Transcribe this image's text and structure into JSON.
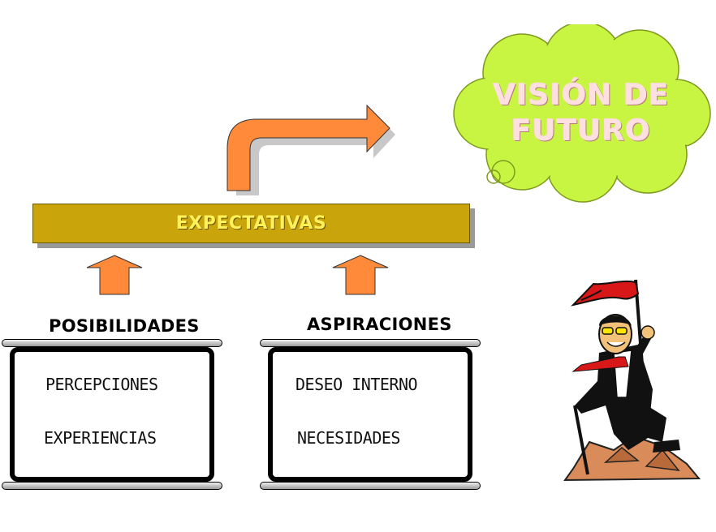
{
  "expectations": {
    "label": "EXPECTATIVAS"
  },
  "left": {
    "heading": "POSIBILIDADES",
    "items": [
      "PERCEPCIONES",
      "EXPERIENCIAS"
    ]
  },
  "right": {
    "heading": "ASPIRACIONES",
    "items": [
      "DESEO INTERNO",
      "NECESIDADES"
    ]
  },
  "vision": {
    "line1": "VISIÓN DE",
    "line2": "FUTURO"
  },
  "colors": {
    "bar": "#c9a40a",
    "bar_text": "#fff15a",
    "arrow": "#ff8a3a",
    "cloud": "#c8f542",
    "flag": "#d81818"
  },
  "icons": [
    "bent-arrow-icon",
    "up-arrow-icon",
    "thought-cloud-icon",
    "scroll-icon",
    "climber-figure-icon"
  ]
}
